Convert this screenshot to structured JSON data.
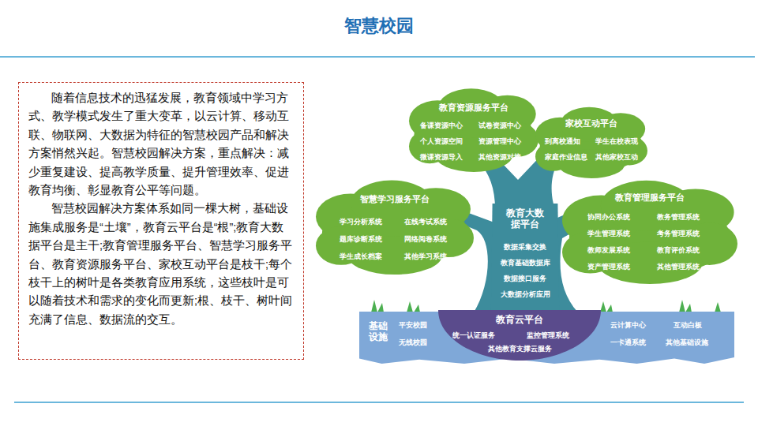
{
  "diagram": {
    "title": "智慧校园",
    "nodes": [
      {
        "text": [
          "随着信息技术的迅猛发展，教育领域中学习方式、教学模式发生了重大变革，以云计算、移动互联、物联网、大数据为特征的智慧校园产品和解决方案悄然兴起。智慧校园解决方案，重点解决：减少重复建设、提高教学质量、提升管理效率、促进教育均衡、彰显教育公平等问题。",
          "智慧校园解决方案体系如同一棵大树，基础设施集成服务是“土壤”，教育云平台是“根”;教育大数据平台是主干;教育管理服务平台、智慧学习服务平台、教育资源服务平台、家校互动平台是枝干;每个枝干上的树叶是各类教育应用系统，这些枝叶是可以随着技术和需求的变化而更新;根、枝干、树叶间充满了信息、数据流的交互。"
        ]
      },
      {
        "text": [
          "教育资源服务平台",
          "备课资源中心",
          "试卷资源中心",
          "个人资源空间",
          "资源管理中心",
          "微课资源导入",
          "其他资源对接"
        ]
      },
      {
        "text": [
          "家校互动平台",
          "到离校通知",
          "学生在校表现",
          "家庭作业信息",
          "其他家校互动"
        ]
      },
      {
        "text": [
          "智慧学习服务平台",
          "学习分析系统",
          "在线考试系统",
          "题库诊断系统",
          "网络阅卷系统",
          "学生成长档案",
          "其他学习系统"
        ]
      },
      {
        "text": [
          "教育大数据平台",
          "数据采集交换",
          "教育基础数据库",
          "数据接口服务",
          "大数据分析应用"
        ]
      },
      {
        "text": [
          "教育管理服务平台",
          "协同办公系统",
          "教务管理系统",
          "学生管理系统",
          "考务管理系统",
          "教师发展系统",
          "教育评价系统",
          "资产管理系统",
          "其他管理系统"
        ]
      },
      {
        "text": [
          "基础设施",
          "平安校园",
          "无线校园",
          "云计算中心",
          "互动白板",
          "一卡通系统",
          "其他基础设施"
        ]
      },
      {
        "text": [
          "教育云平台",
          "统一认证服务",
          "监控管理系统",
          "其他教育支撑云服务"
        ],
        "in": 6
      }
    ]
  }
}
